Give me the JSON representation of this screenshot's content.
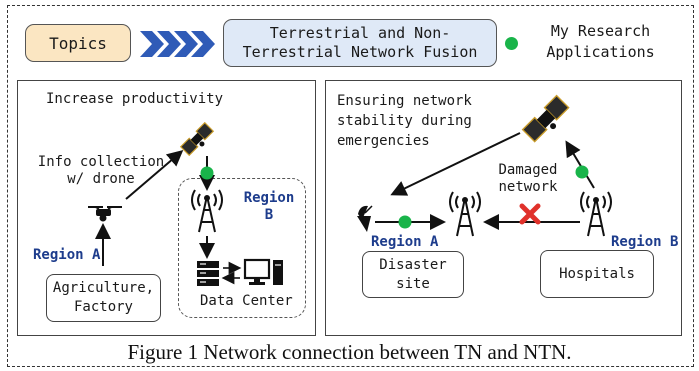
{
  "header": {
    "topics_label": "Topics",
    "fusion_line1": "Terrestrial and Non-",
    "fusion_line2": "Terrestrial Network Fusion",
    "legend_line1": "My Research",
    "legend_line2": "Applications"
  },
  "left_panel": {
    "title": "Increase productivity",
    "info_line1": "Info collection",
    "info_line2": "w/ drone",
    "region_a": "Region A",
    "region_b_line1": "Region",
    "region_b_line2": "B",
    "agri_line1": "Agriculture,",
    "agri_line2": "Factory",
    "data_center": "Data Center"
  },
  "right_panel": {
    "title_line1": "Ensuring network",
    "title_line2": "stability during",
    "title_line3": "emergencies",
    "damaged_line1": "Damaged",
    "damaged_line2": "network",
    "region_a": "Region A",
    "region_b": "Region B",
    "disaster_line1": "Disaster",
    "disaster_line2": "site",
    "hospitals": "Hospitals"
  },
  "caption": "Figure 1 Network connection between TN and NTN.",
  "colors": {
    "topics_fill": "#fbe6c2",
    "fusion_fill": "#dfe9f7",
    "chevron": "#2f5bb7",
    "research_dot": "#19b44a",
    "region_text": "#1d3c8c",
    "damage_x": "#e0312b"
  }
}
